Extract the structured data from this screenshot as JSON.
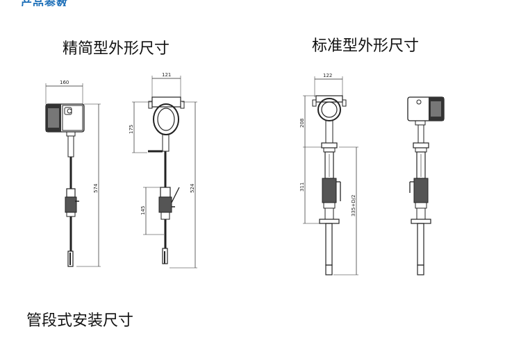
{
  "header": {
    "banner_text": "产品参数"
  },
  "titles": {
    "compact": "精简型外形尺寸",
    "standard": "标准型外形尺寸",
    "pipe": "管段式安装尺寸"
  },
  "dimensions": {
    "compact_side_width": "160",
    "compact_front_width": "121",
    "compact_head_height": "175",
    "compact_side_length": "574",
    "compact_front_length": "524",
    "compact_lower_height": "145",
    "standard_width": "122",
    "standard_head_height": "208",
    "standard_mid_height": "311",
    "standard_insert_length": "335+D/2"
  },
  "colors": {
    "line": "#222222",
    "banner": "#1d6fb8"
  }
}
